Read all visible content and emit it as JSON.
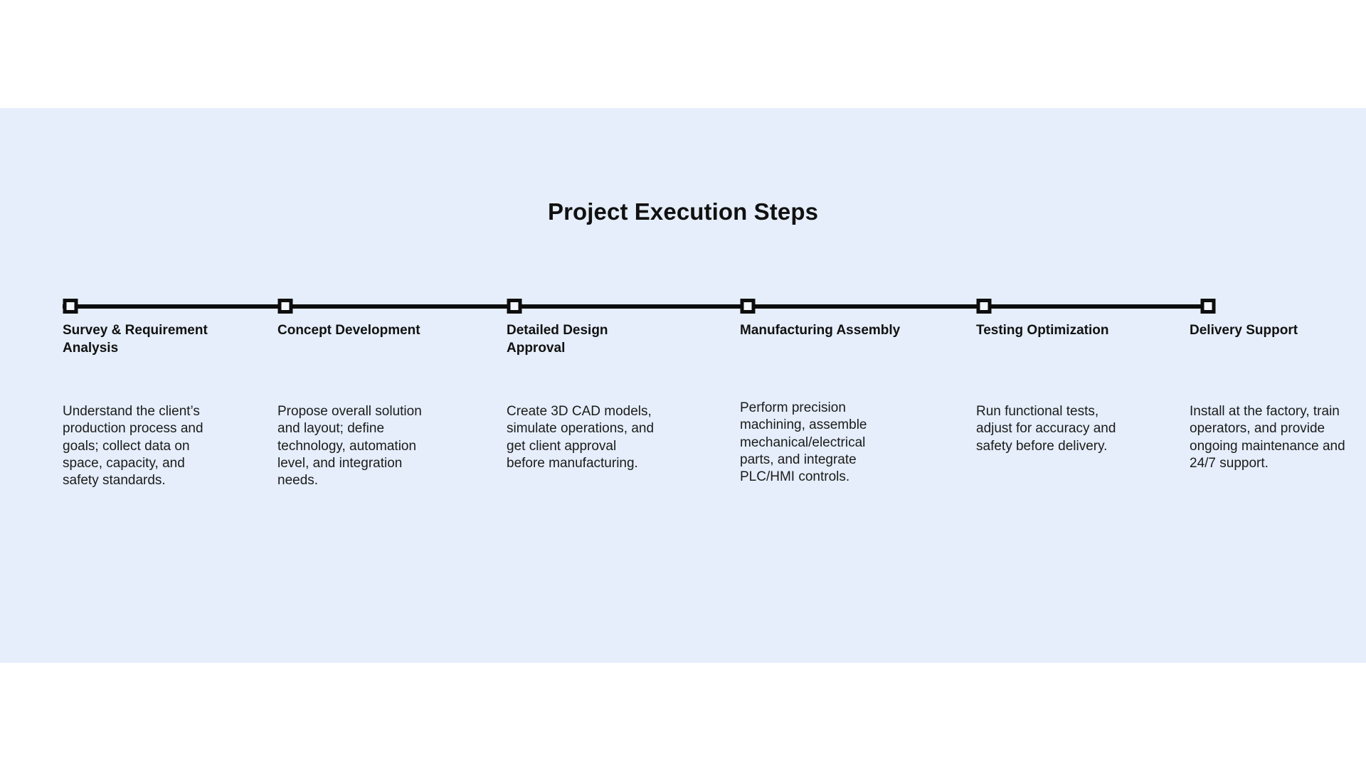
{
  "slide": {
    "title": "Project Execution Steps",
    "background_color": "#ffffff",
    "panel_color": "#e5eefa",
    "accent_color": "#0d0d0d",
    "text_color": "#111111"
  },
  "timeline": {
    "marker_icon": "square-outline-marker",
    "marker_count": 6
  },
  "steps": [
    {
      "title": "Survey & Requirement Analysis",
      "body": "Understand the client’s production process and goals; collect data on space, capacity, and safety standards."
    },
    {
      "title": "Concept Development",
      "body": "Propose overall solution and layout; define technology, automation level, and integration needs."
    },
    {
      "title": "Detailed Design Approval",
      "body": "Create 3D CAD models, simulate operations, and get client approval before manufacturing."
    },
    {
      "title": "Manufacturing Assembly",
      "body": "Perform precision machining, assemble mechanical/electrical parts, and integrate PLC/HMI controls."
    },
    {
      "title": "Testing Optimization",
      "body": "Run functional tests, adjust for accuracy and safety before delivery."
    },
    {
      "title": "Delivery Support",
      "body": "Install at the factory, train operators, and provide ongoing maintenance and 24/7 support."
    }
  ]
}
